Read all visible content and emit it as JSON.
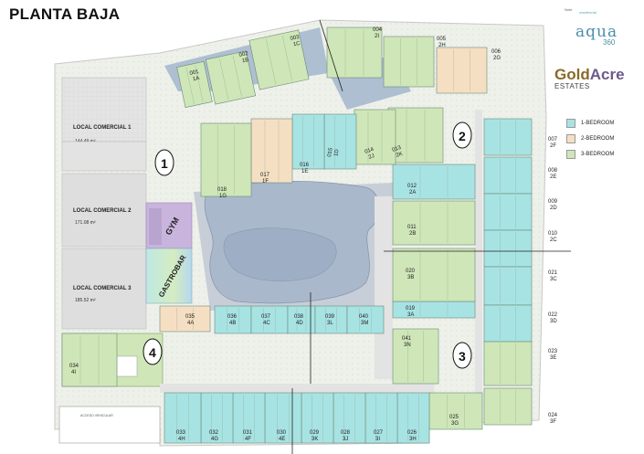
{
  "title": "PLANTA BAJA",
  "logos": {
    "aqua_small": "Note",
    "aqua_script": "residencial",
    "aqua_word": "aqua",
    "aqua_number": "360",
    "goldacre_gold": "Gold",
    "goldacre_acre": "Acre",
    "goldacre_sub": "ESTATES"
  },
  "legend": [
    {
      "label": "1-BEDROOM",
      "color": "#a8e3e3"
    },
    {
      "label": "2-BEDROOM",
      "color": "#f5dfc2"
    },
    {
      "label": "3-BEDROOM",
      "color": "#cfe6b8"
    }
  ],
  "colors": {
    "one_bed": "#a8e3e3",
    "two_bed": "#f5dfc2",
    "three_bed": "#cfe6b8",
    "pool": "#b9c6d8",
    "local": "#dcdcdc",
    "corridor": "#e9e9e9",
    "deck": "#b0a590",
    "gym": "#c9a9d6",
    "gastrobar": "#bfe2e6"
  },
  "locales": [
    {
      "name": "LOCAL COMERCIAL 1",
      "area": "144.49 m²"
    },
    {
      "name": "LOCAL COMERCIAL 2",
      "area": "171.08 m²"
    },
    {
      "name": "LOCAL COMERCIAL 3",
      "area": "185.52 m²"
    }
  ],
  "amenities": {
    "gym": "GYM",
    "gastrobar": "GASTROBAR"
  },
  "markers": [
    "1",
    "2",
    "3",
    "4"
  ],
  "units": [
    {
      "num": "001",
      "code": "1A"
    },
    {
      "num": "002",
      "code": "1B"
    },
    {
      "num": "003",
      "code": "1C"
    },
    {
      "num": "004",
      "code": "2I"
    },
    {
      "num": "005",
      "code": "2H"
    },
    {
      "num": "006",
      "code": "2G"
    },
    {
      "num": "007",
      "code": "2F"
    },
    {
      "num": "008",
      "code": "2E"
    },
    {
      "num": "009",
      "code": "2D"
    },
    {
      "num": "010",
      "code": "2C"
    },
    {
      "num": "011",
      "code": "2B"
    },
    {
      "num": "012",
      "code": "2A"
    },
    {
      "num": "013",
      "code": "2K"
    },
    {
      "num": "014",
      "code": "2J"
    },
    {
      "num": "015",
      "code": "1D"
    },
    {
      "num": "016",
      "code": "1E"
    },
    {
      "num": "017",
      "code": "1F"
    },
    {
      "num": "018",
      "code": "1G"
    },
    {
      "num": "019",
      "code": "3A"
    },
    {
      "num": "020",
      "code": "3B"
    },
    {
      "num": "021",
      "code": "3C"
    },
    {
      "num": "022",
      "code": "3D"
    },
    {
      "num": "023",
      "code": "3E"
    },
    {
      "num": "024",
      "code": "3F"
    },
    {
      "num": "025",
      "code": "3G"
    },
    {
      "num": "026",
      "code": "3H"
    },
    {
      "num": "027",
      "code": "3I"
    },
    {
      "num": "028",
      "code": "3J"
    },
    {
      "num": "029",
      "code": "3K"
    },
    {
      "num": "030",
      "code": "4E"
    },
    {
      "num": "031",
      "code": "4F"
    },
    {
      "num": "032",
      "code": "4G"
    },
    {
      "num": "033",
      "code": "4H"
    },
    {
      "num": "034",
      "code": "4I"
    },
    {
      "num": "035",
      "code": "4A"
    },
    {
      "num": "036",
      "code": "4B"
    },
    {
      "num": "037",
      "code": "4C"
    },
    {
      "num": "038",
      "code": "4D"
    },
    {
      "num": "039",
      "code": "3L"
    },
    {
      "num": "040",
      "code": "3M"
    },
    {
      "num": "041",
      "code": "3N"
    }
  ],
  "parking_label": "ACCESO VEHICULAR"
}
